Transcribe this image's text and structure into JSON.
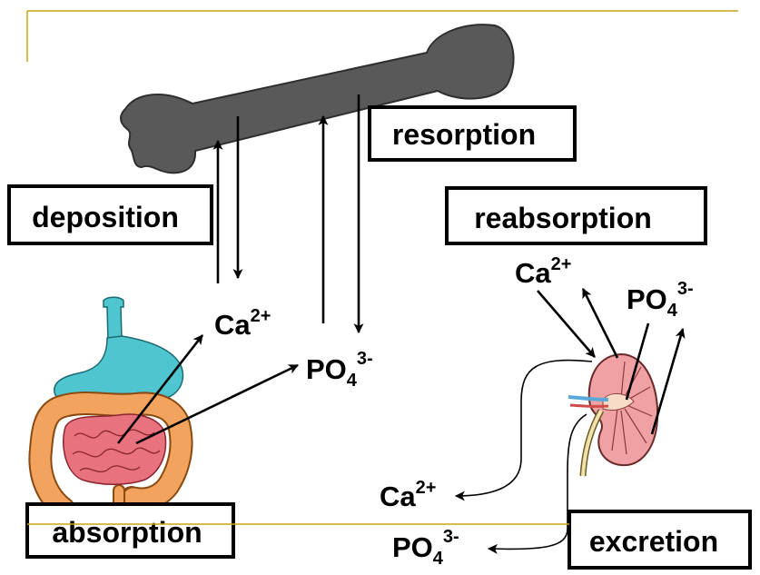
{
  "labels": {
    "resorption": "resorption",
    "deposition": "deposition",
    "reabsorption": "reabsorption",
    "absorption": "absorption",
    "excretion": "excretion"
  },
  "ions": {
    "calcium": {
      "symbol": "Ca",
      "charge": "2+"
    },
    "phosphate": {
      "symbol": "PO",
      "subscript": "4",
      "charge": "3-"
    }
  }
}
